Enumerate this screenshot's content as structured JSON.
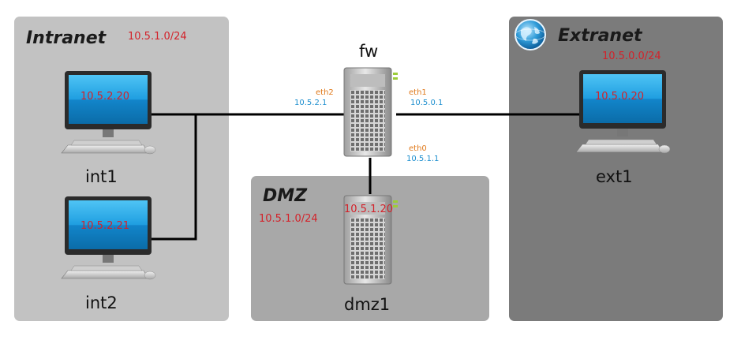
{
  "zones": {
    "intranet": {
      "title": "Intranet",
      "subnet": "10.5.1.0/24"
    },
    "dmz": {
      "title": "DMZ",
      "subnet": "10.5.1.0/24"
    },
    "extranet": {
      "title": "Extranet",
      "subnet": "10.5.0.0/24"
    }
  },
  "hosts": {
    "int1": {
      "name": "int1",
      "ip": "10.5.2.20"
    },
    "int2": {
      "name": "int2",
      "ip": "10.5.2.21"
    },
    "ext1": {
      "name": "ext1",
      "ip": "10.5.0.20"
    },
    "fw": {
      "name": "fw",
      "eth2": {
        "name": "eth2",
        "ip": "10.5.2.1"
      },
      "eth1": {
        "name": "eth1",
        "ip": "10.5.0.1"
      },
      "eth0": {
        "name": "eth0",
        "ip": "10.5.1.1"
      }
    },
    "dmz1": {
      "name": "dmz1",
      "ip": "10.5.1.20"
    }
  },
  "colors": {
    "subnet_text": "#d3222a",
    "interface_name": "#e07a1c",
    "interface_ip": "#1e8fcf",
    "link_line": "#000000"
  },
  "icons": {
    "workstation": "desktop-computer-icon",
    "server": "tower-server-icon",
    "internet": "globe-icon"
  }
}
